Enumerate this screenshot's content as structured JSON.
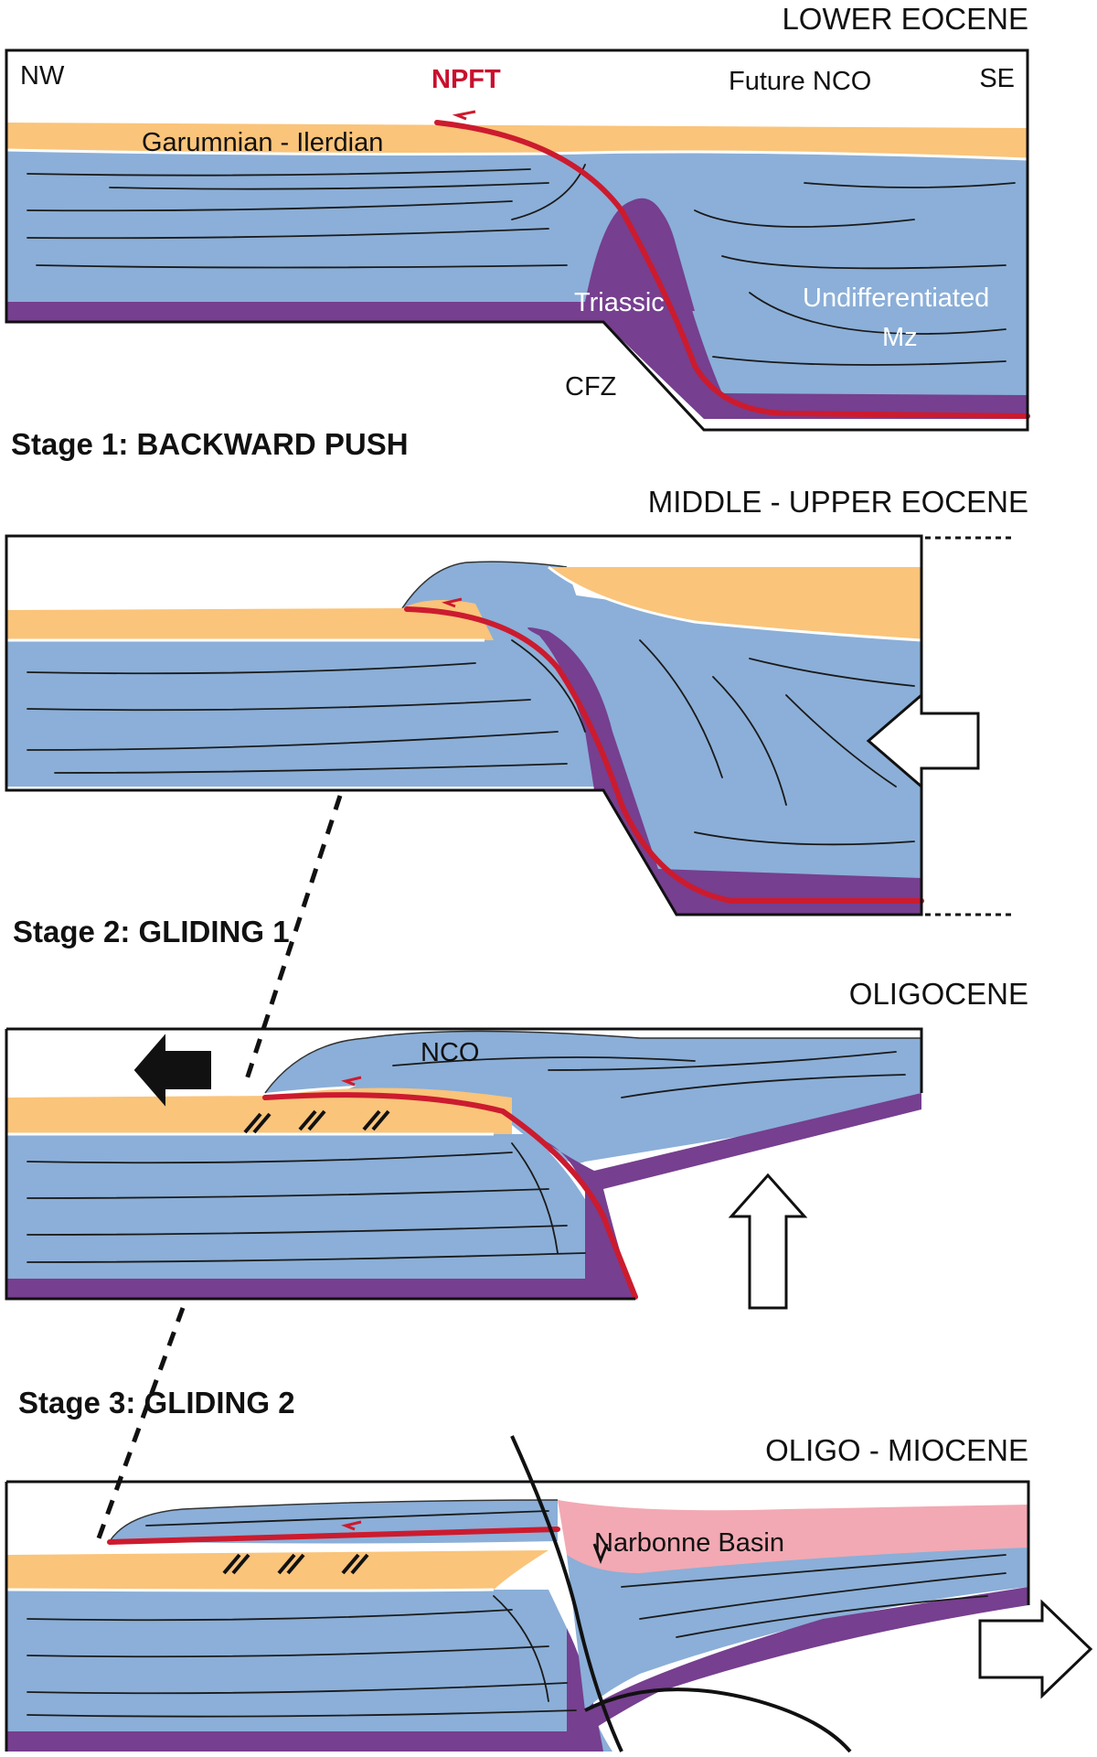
{
  "colors": {
    "mesozoic_blue": "#8bafd8",
    "triassic_purple": "#763f8f",
    "garumnian_orange": "#fac47a",
    "narbonne_pink": "#f2a9b3",
    "fault_red": "#cc1b2e"
  },
  "panels": [
    {
      "period": "LOWER EOCENE",
      "stage": "Stage 1: BACKWARD PUSH",
      "labels": {
        "nw": "NW",
        "se": "SE",
        "npft": "NPFT",
        "future_nco": "Future NCO",
        "garumnian": "Garumnian - Ilerdian",
        "triassic": "Triassic",
        "undiff_1": "Undifferentiated",
        "undiff_2": "Mz",
        "cfz": "CFZ"
      }
    },
    {
      "period": "MIDDLE - UPPER EOCENE",
      "stage": "Stage 2: GLIDING 1",
      "arrow": "push-left-arrow"
    },
    {
      "period": "OLIGOCENE",
      "stage": "Stage 3: GLIDING 2",
      "labels": {
        "nco": "NCO"
      },
      "arrows": [
        "glide-left-arrow",
        "uplift-up-arrow"
      ]
    },
    {
      "period": "OLIGO - MIOCENE",
      "labels": {
        "narbonne": "Narbonne Basin"
      },
      "arrow": "extension-right-arrow"
    }
  ]
}
